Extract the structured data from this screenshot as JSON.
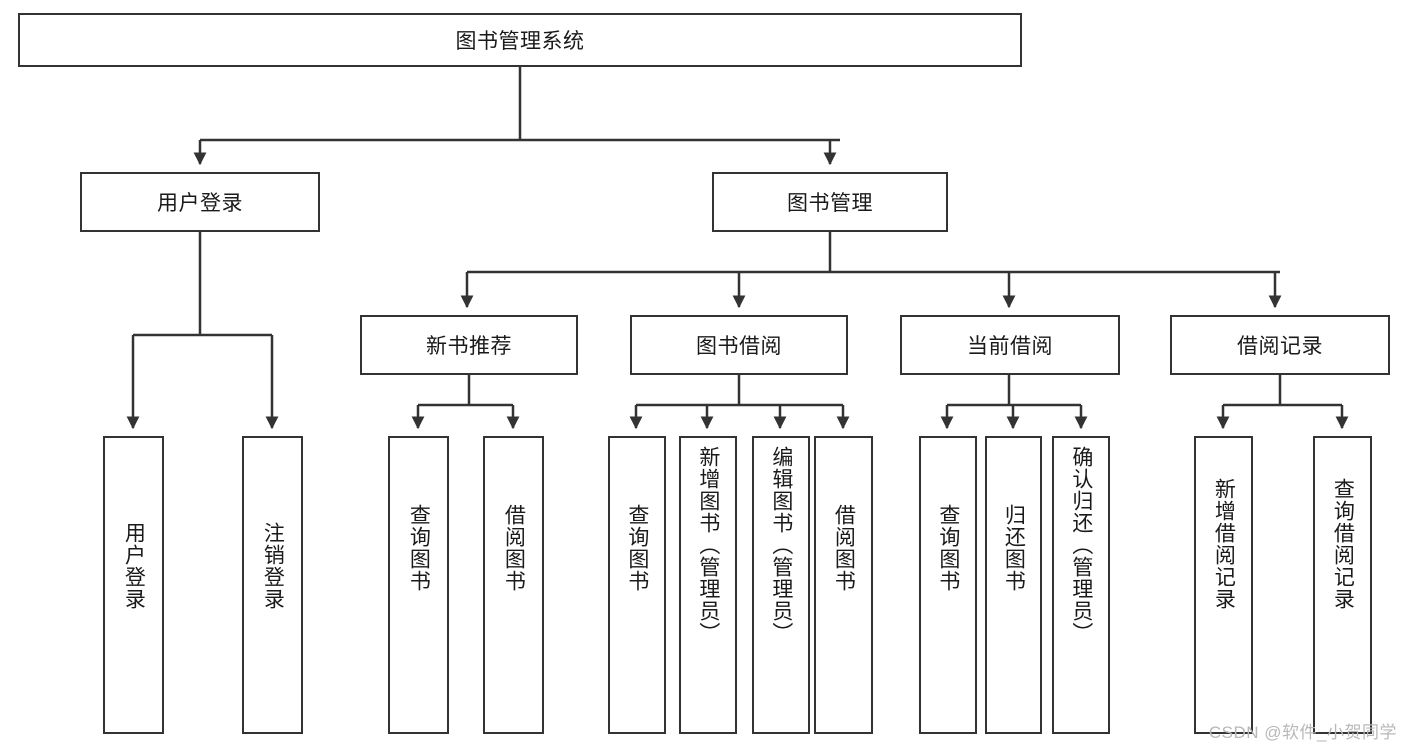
{
  "diagram": {
    "title": "图书管理系统",
    "type": "功能结构图",
    "colors": {
      "stroke": "#333333",
      "fill": "#ffffff",
      "text": "#1a1a1a",
      "watermark": "#b8b8b8"
    }
  },
  "root": {
    "label": "图书管理系统"
  },
  "level1": [
    {
      "label": "用户登录"
    },
    {
      "label": "图书管理"
    }
  ],
  "level2": [
    {
      "label": "新书推荐"
    },
    {
      "label": "图书借阅"
    },
    {
      "label": "当前借阅"
    },
    {
      "label": "借阅记录"
    }
  ],
  "leaves": {
    "user_login": [
      {
        "label": "用户登录"
      },
      {
        "label": "注销登录"
      }
    ],
    "new_book": [
      {
        "label": "查询图书"
      },
      {
        "label": "借阅图书"
      }
    ],
    "borrow_book": [
      {
        "label": "查询图书"
      },
      {
        "label": "新增图书（管理员）"
      },
      {
        "label": "编辑图书（管理员）"
      },
      {
        "label": "借阅图书"
      }
    ],
    "current_borrow": [
      {
        "label": "查询图书"
      },
      {
        "label": "归还图书"
      },
      {
        "label": "确认归还（管理员）"
      }
    ],
    "borrow_record": [
      {
        "label": "新增借阅记录"
      },
      {
        "label": "查询借阅记录"
      }
    ]
  },
  "watermark": {
    "text": "CSDN @软件_小贺同学"
  }
}
